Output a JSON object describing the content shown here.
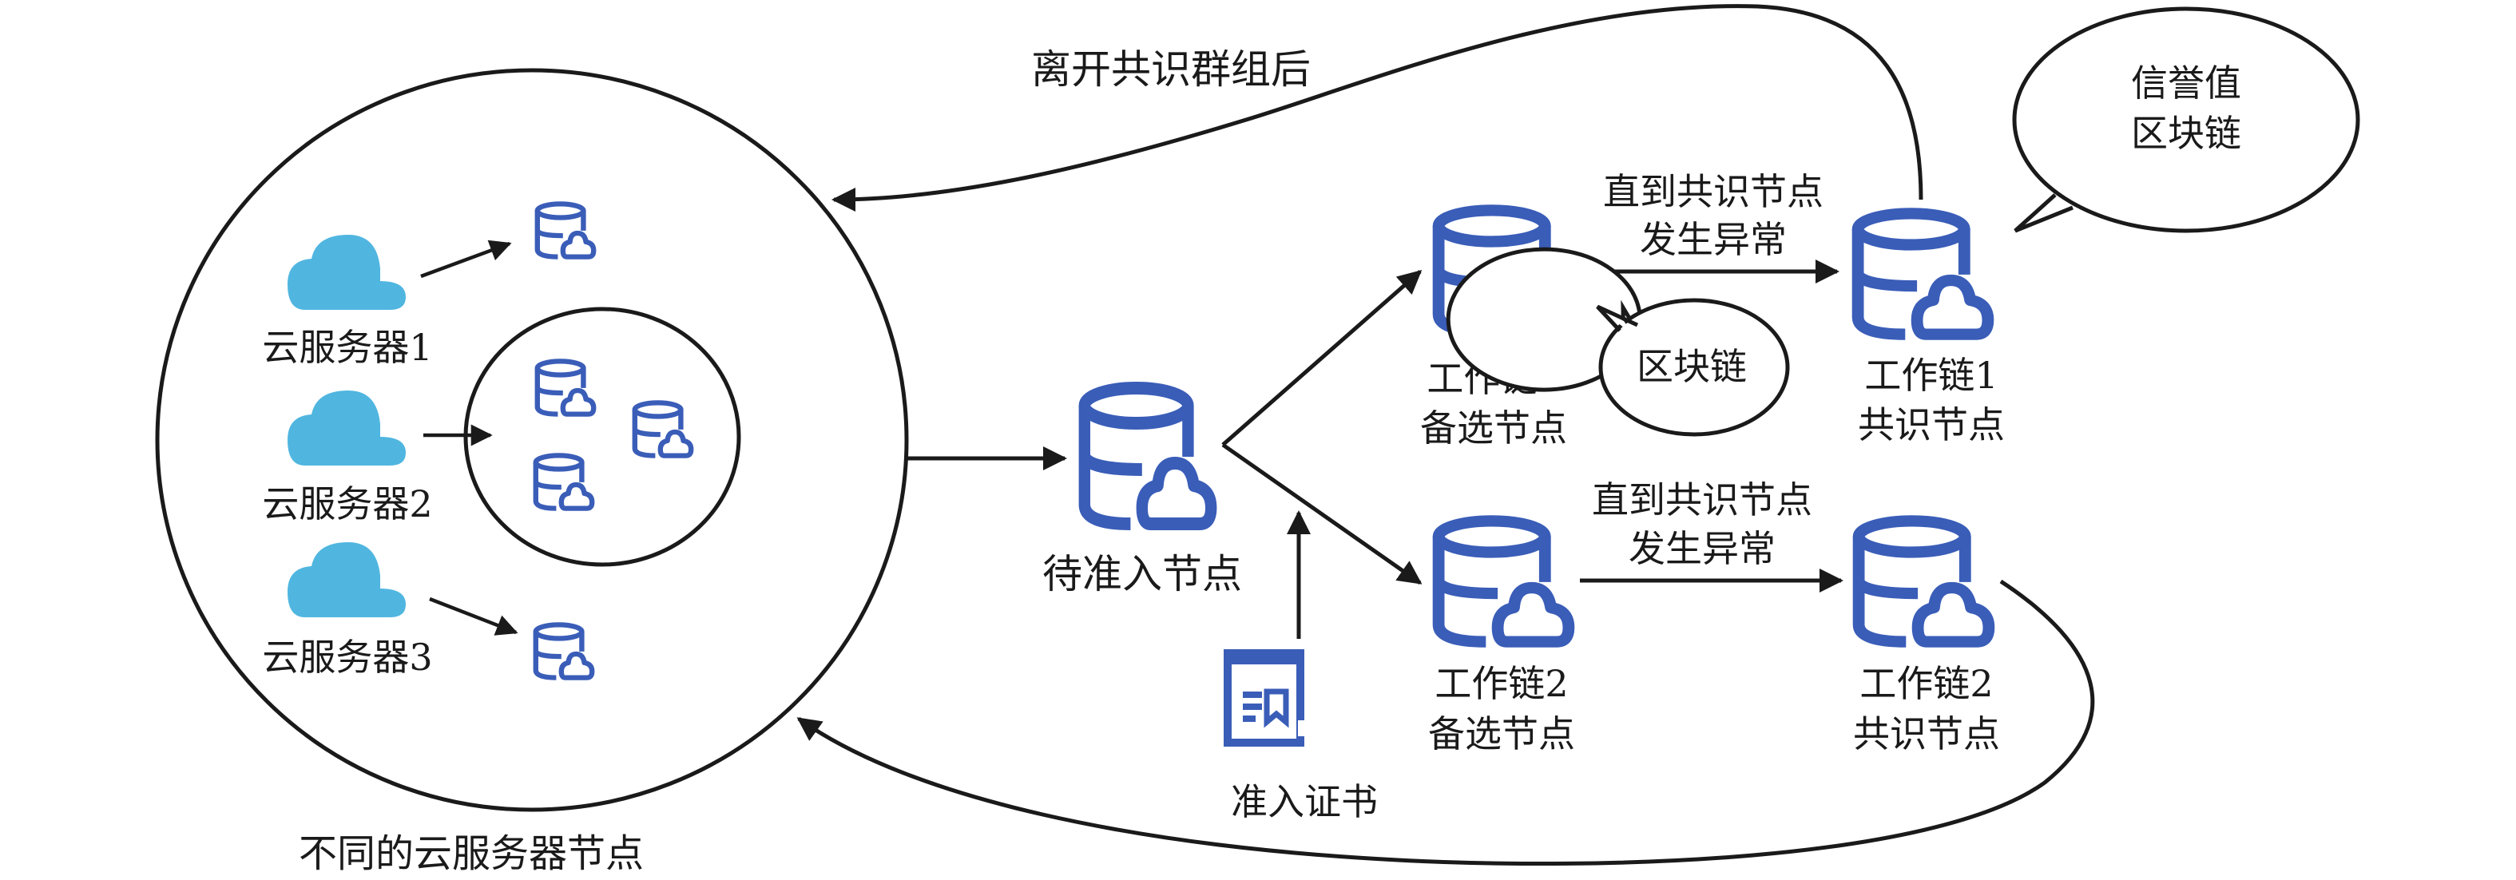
{
  "diagram": {
    "colors": {
      "db_icon": "#3A5DB8",
      "cloud": "#50B6E0",
      "line": "#1A1A1A",
      "background": "#FFFFFF"
    },
    "left_group": {
      "caption": "不同的云服务器节点",
      "cloud_servers": [
        {
          "label": "云服务器1",
          "icon": "cloud-icon"
        },
        {
          "label": "云服务器2",
          "icon": "cloud-icon"
        },
        {
          "label": "云服务器3",
          "icon": "cloud-icon"
        }
      ],
      "node_icon": "database-cloud-icon"
    },
    "pending_node": {
      "label": "待准入节点",
      "icon": "database-cloud-icon"
    },
    "certificate": {
      "label": "准入证书",
      "icon": "certificate-icon"
    },
    "chain1_candidate": {
      "line1": "工作链1",
      "line2": "备选节点",
      "icon": "database-cloud-icon"
    },
    "chain2_candidate": {
      "line1": "工作链2",
      "line2": "备选节点",
      "icon": "database-cloud-icon"
    },
    "chain1_consensus": {
      "line1": "工作链1",
      "line2": "共识节点",
      "icon": "database-cloud-icon"
    },
    "chain2_consensus": {
      "line1": "工作链2",
      "line2": "共识节点",
      "icon": "database-cloud-icon"
    },
    "edge_labels": {
      "promote_top_line1": "直到共识节点",
      "promote_top_line2": "发生异常",
      "promote_bottom_line1": "直到共识节点",
      "promote_bottom_line2": "发生异常",
      "leave_group": "离开共识群组后"
    },
    "bubbles": {
      "small": "区块链",
      "large_line1": "信誉值",
      "large_line2": "区块链"
    }
  }
}
